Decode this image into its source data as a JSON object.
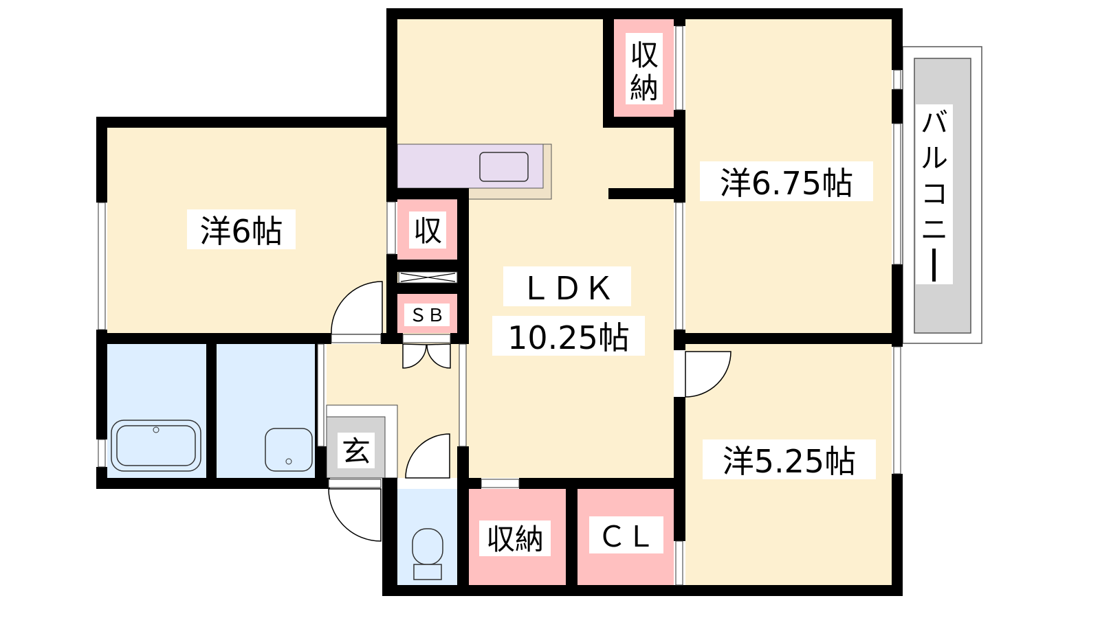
{
  "rooms": {
    "western_6": "洋6帖",
    "western_675": "洋6.75帖",
    "western_525": "洋5.25帖",
    "ldk_name": "ＬＤＫ",
    "ldk_size": "10.25帖",
    "storage_top": [
      "収",
      "納"
    ],
    "storage_small": "収",
    "shoe_box": "ＳＢ",
    "entrance": "玄",
    "storage_bottom": "収納",
    "closet": "ＣＬ",
    "balcony": [
      "バ",
      "ル",
      "コ",
      "ニ",
      "ー"
    ]
  },
  "colors": {
    "floor": "#FDF0D0",
    "storage": "#FFC0C0",
    "wet": "#DDEEFF",
    "entrance": "#D3D3D3",
    "kitchen": "#E8DCF0",
    "balcony": "#D3D3D3",
    "wall": "#000000"
  }
}
